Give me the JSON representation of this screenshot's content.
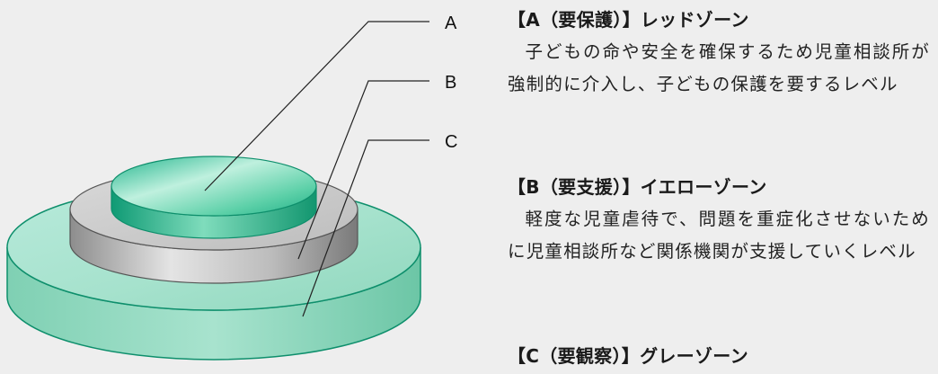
{
  "diagram": {
    "labels": {
      "a": "A",
      "b": "B",
      "c": "C"
    },
    "colors": {
      "green_disc": "#9fdcc4",
      "green_edge": "#0e8f6c",
      "gray_disc": "#c8c8c8",
      "gray_edge": "#555555",
      "leader_line": "#222222"
    }
  },
  "levels": [
    {
      "heading": "【A（要保護）】レッドゾーン",
      "description": "子どもの命や安全を確保するため児童相談所が強制的に介入し、子どもの保護を要するレベル"
    },
    {
      "heading": "【B（要支援）】イエローゾーン",
      "description": "軽度な児童虐待で、問題を重症化させないために児童相談所など関係機関が支援していくレベル"
    },
    {
      "heading": "【C（要観察）】グレーゾーン",
      "description": ""
    }
  ]
}
